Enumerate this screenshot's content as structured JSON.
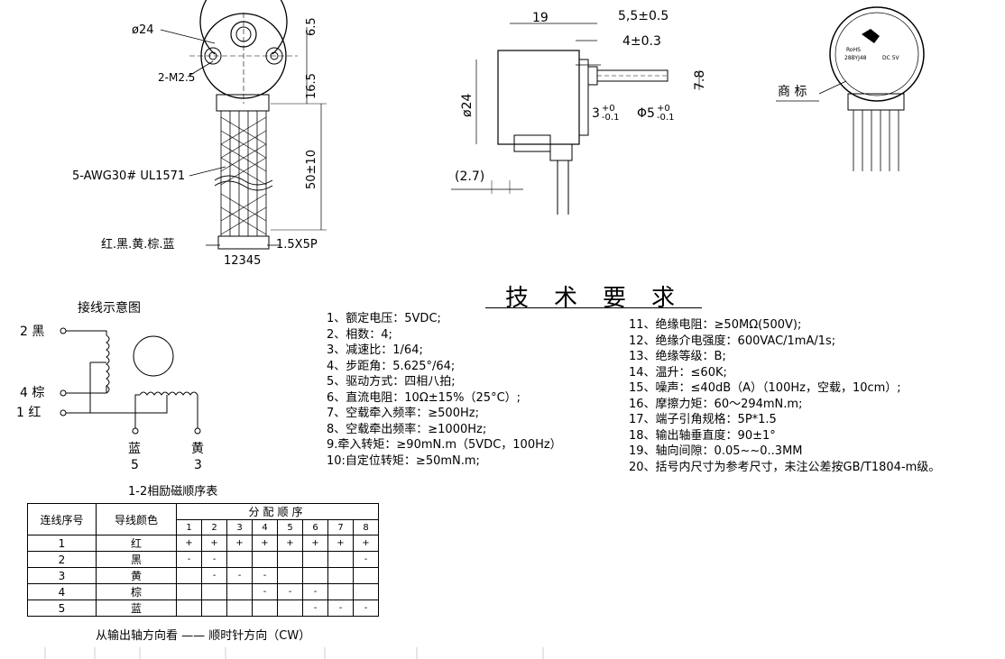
{
  "drawing_front": {
    "dia_label": "ø24",
    "screw_label": "2-M2.5",
    "dim_65": "6.5",
    "dim_165": "16.5",
    "wire_label": "5-AWG30# UL1571",
    "dim_50": "50±10",
    "colors_label": "红.黑.黄.棕.蓝",
    "pins_label": "12345",
    "connector_label": "1.5X5P"
  },
  "drawing_side": {
    "dim_19": "19",
    "dim_55": "5,5±0.5",
    "dim_4": "4±0.3",
    "dim_24": "ø24",
    "dim_78": "7.8",
    "dim_3_base": "3",
    "dim_3_tol_up": "+0",
    "dim_3_tol_dn": "-0.1",
    "dim_5_base": "Φ5",
    "dim_5_tol_up": "+0",
    "dim_5_tol_dn": "-0.1",
    "dim_27": "(2.7)"
  },
  "drawing_back": {
    "brand_label": "商 标",
    "label_rohs": "RoHS",
    "label_model": "28BYJ48",
    "label_voltage": "DC 5V"
  },
  "wiring": {
    "title": "接线示意图",
    "w2": "2 黑",
    "w4": "4 棕",
    "w1": "1 红",
    "w5_color": "蓝",
    "w5_num": "5",
    "w3_color": "黄",
    "w3_num": "3"
  },
  "specs_title": "技术要求",
  "specs_left": [
    "1、额定电压：5VDC;",
    "2、相数：4;",
    "3、减速比：1/64;",
    "4、步距角：5.625°/64;",
    "5、驱动方式：四相八拍;",
    "6、直流电阻：10Ω±15%（25°C）;",
    "7、空载牵入频率：≥500Hz;",
    "8、空载牵出频率：≥1000Hz;",
    "9.牵入转矩：≥90mN.m（5VDC，100Hz）",
    "10:自定位转矩：≥50mN.m;"
  ],
  "specs_right": [
    "11、绝缘电阻：≥50MΩ(500V);",
    "12、绝缘介电强度：600VAC/1mA/1s;",
    "13、绝缘等级：B;",
    "14、温升：≤60K;",
    "15、噪声：≤40dB（A）（100Hz，空载，10cm）;",
    "16、摩擦力矩：60～294mN.m;",
    "17、端子引角规格：5P*1.5",
    "18、输出轴垂直度：90±1°",
    "19、轴向间隙：0.05~~0..3MM",
    "20、括号内尺寸为参考尺寸，未注公差按GB/T1804-m级。"
  ],
  "sequence": {
    "title": "1-2相励磁顺序表",
    "col_no": "连线序号",
    "col_color": "导线颜色",
    "col_dist": "分配顺序",
    "steps": [
      "1",
      "2",
      "3",
      "4",
      "5",
      "6",
      "7",
      "8"
    ],
    "rows": [
      {
        "no": "1",
        "color": "红",
        "cells": [
          "+",
          "+",
          "+",
          "+",
          "+",
          "+",
          "+",
          "+"
        ]
      },
      {
        "no": "2",
        "color": "黑",
        "cells": [
          "-",
          "-",
          "",
          "",
          "",
          "",
          "",
          "-"
        ]
      },
      {
        "no": "3",
        "color": "黄",
        "cells": [
          "",
          "-",
          "-",
          "-",
          "",
          "",
          "",
          ""
        ]
      },
      {
        "no": "4",
        "color": "棕",
        "cells": [
          "",
          "",
          "",
          "-",
          "-",
          "-",
          "",
          ""
        ]
      },
      {
        "no": "5",
        "color": "蓝",
        "cells": [
          "",
          "",
          "",
          "",
          "",
          "-",
          "-",
          "-"
        ]
      }
    ],
    "footer": "从输出轴方向看 —— 顺时针方向（CW）"
  }
}
